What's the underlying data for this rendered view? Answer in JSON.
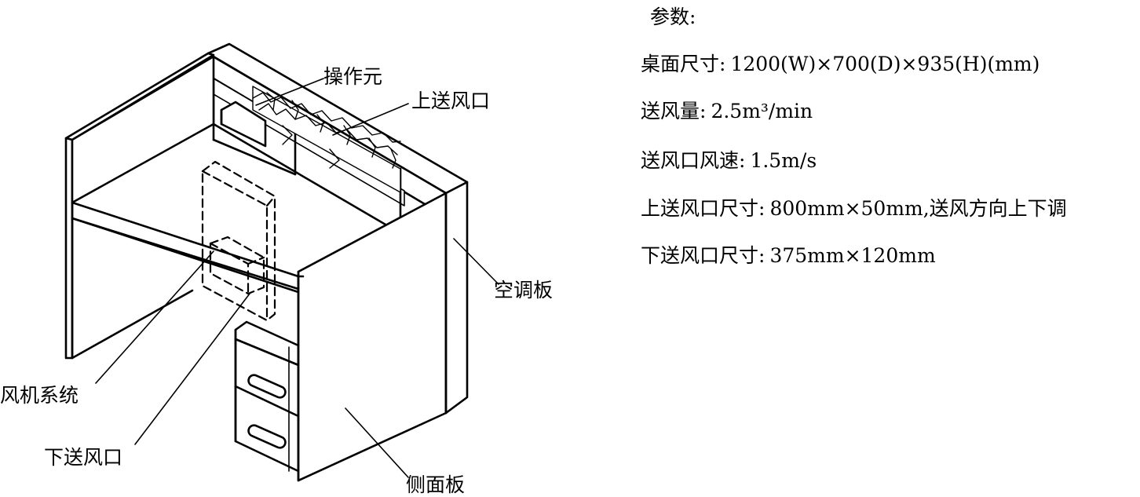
{
  "labels": {
    "operation_unit": "操作元",
    "upper_vent": "上送风口",
    "ac_panel": "空调板",
    "fan_system": "风机系统",
    "lower_vent": "下送风口",
    "side_panel": "侧面板"
  },
  "parameters": {
    "title": "参数:",
    "rows": [
      {
        "label": "桌面尺寸:",
        "value": "1200(W)×700(D)×935(H)(mm)"
      },
      {
        "label": "送风量:",
        "value": "2.5m³/min"
      },
      {
        "label": "送风口风速:",
        "value": "1.5m/s"
      },
      {
        "label": "上送风口尺寸:",
        "value": "800mm×50mm,送风方向上下调"
      },
      {
        "label": "下送风口尺寸:",
        "value": "375mm×120mm"
      }
    ]
  }
}
